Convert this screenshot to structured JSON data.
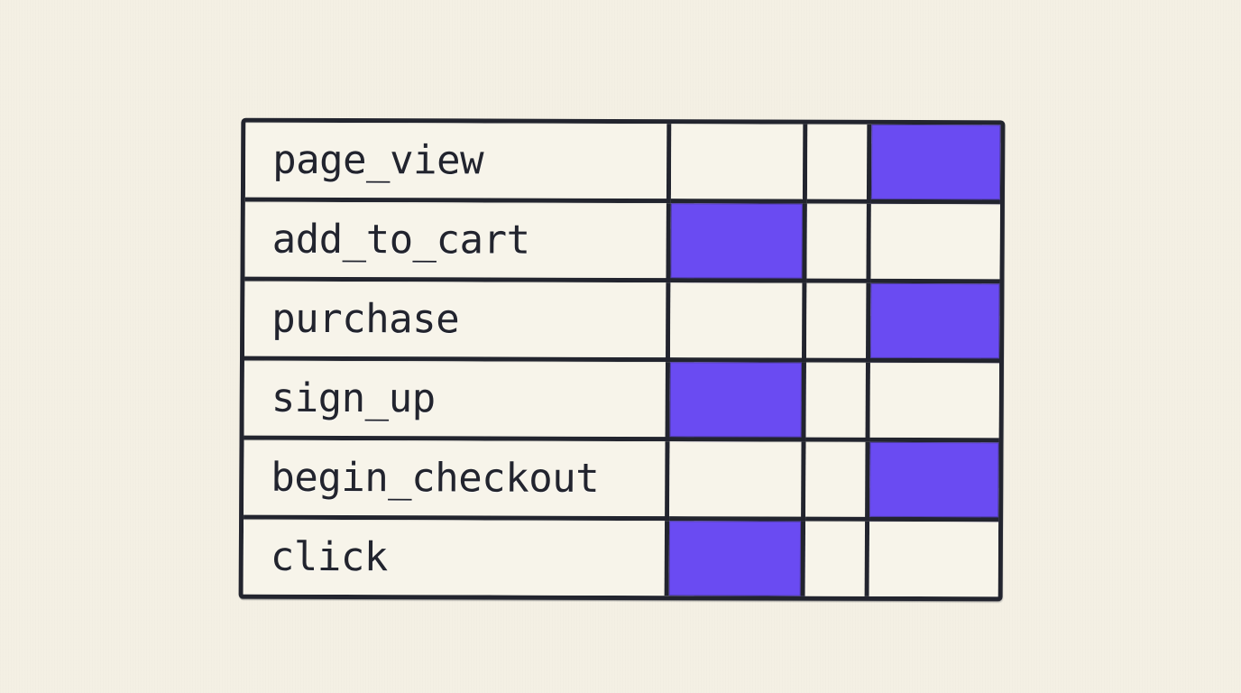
{
  "canvas": {
    "background_color": "#f4f0e4",
    "ink_color": "#22242e",
    "cell_color": "#f7f4ea",
    "accent_color": "#6a4bf2"
  },
  "matrix": {
    "name": "event-matrix",
    "row_count": 6,
    "column_count": 4,
    "columns": [
      {
        "key": "event_name",
        "kind": "label"
      },
      {
        "key": "column_2",
        "kind": "cell"
      },
      {
        "key": "column_3",
        "kind": "cell"
      },
      {
        "key": "column_4",
        "kind": "cell"
      }
    ],
    "rows": [
      {
        "label": "page_view",
        "cells": [
          "",
          "empty",
          "empty",
          "filled"
        ]
      },
      {
        "label": "add_to_cart",
        "cells": [
          "",
          "filled",
          "empty",
          "empty"
        ]
      },
      {
        "label": "purchase",
        "cells": [
          "",
          "empty",
          "empty",
          "filled"
        ]
      },
      {
        "label": "sign_up",
        "cells": [
          "",
          "filled",
          "empty",
          "empty"
        ]
      },
      {
        "label": "begin_checkout",
        "cells": [
          "",
          "empty",
          "empty",
          "filled"
        ]
      },
      {
        "label": "click",
        "cells": [
          "",
          "filled",
          "empty",
          "empty"
        ]
      }
    ]
  }
}
